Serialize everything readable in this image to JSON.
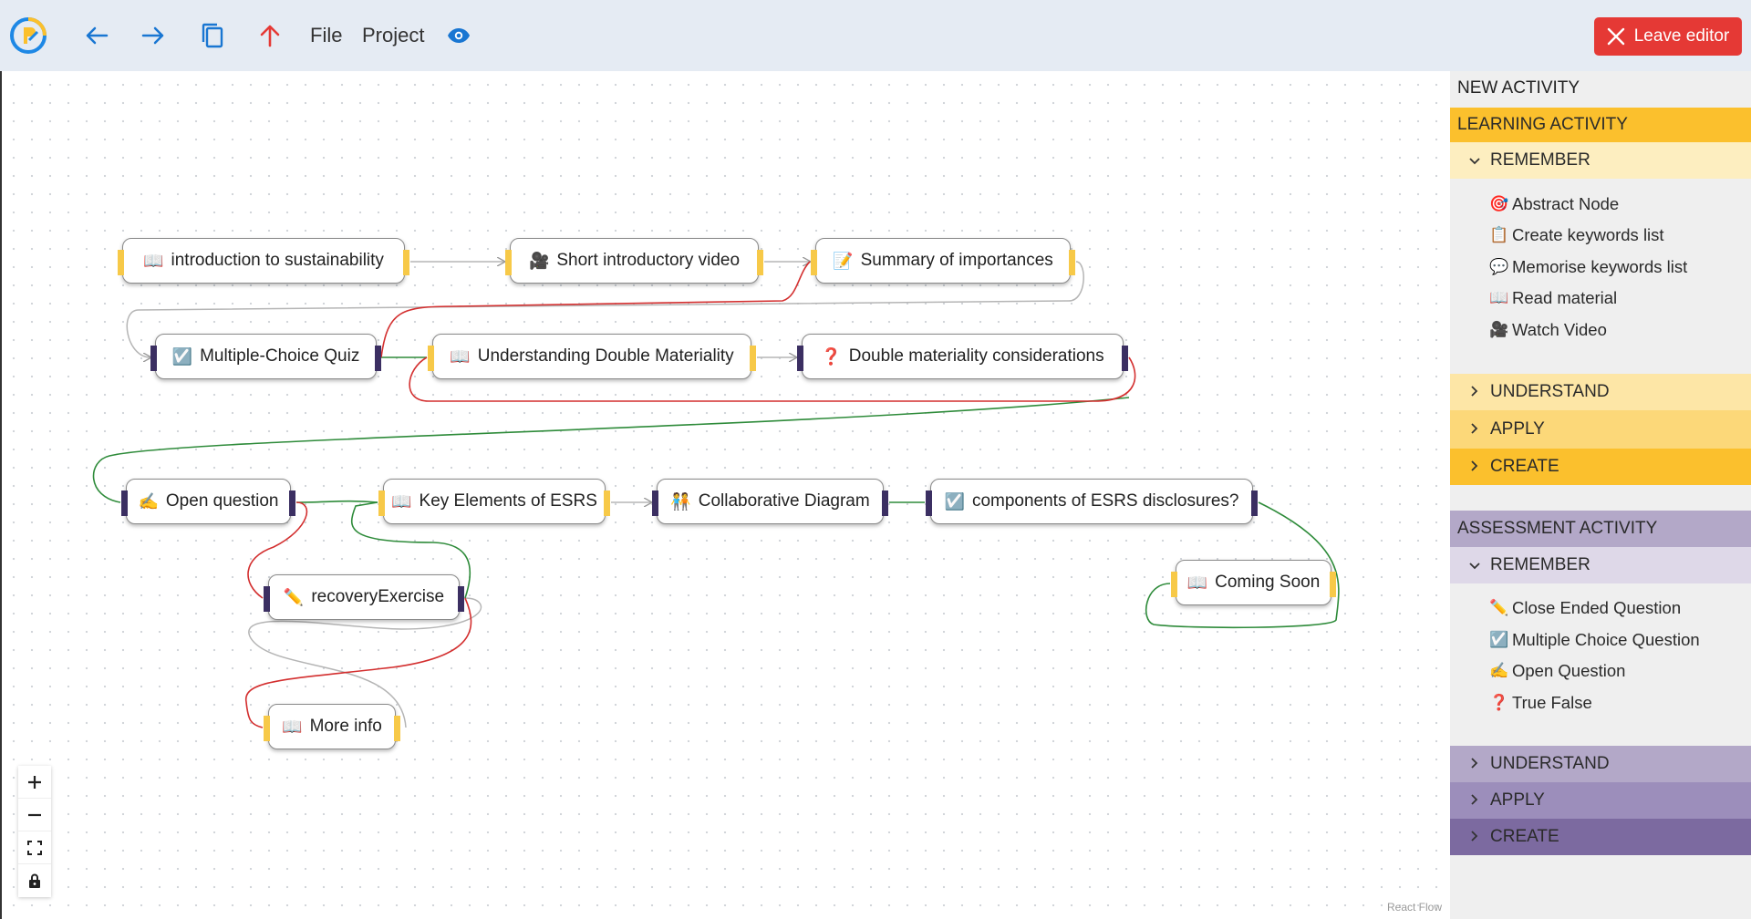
{
  "toolbar": {
    "logo_icon": "app-logo",
    "back_icon": "arrow-left-icon",
    "forward_icon": "arrow-right-icon",
    "copy_icon": "copy-icon",
    "upload_icon": "arrow-up-icon",
    "file_label": "File",
    "project_label": "Project",
    "preview_icon": "eye-icon",
    "leave_label": "Leave editor",
    "colors": {
      "bar": "#e5ebf3",
      "accent_blue": "#1976d2",
      "danger": "#e53935"
    }
  },
  "nodes": [
    {
      "id": "intro",
      "icon": "📖",
      "label": "introduction to sustainability"
    },
    {
      "id": "video",
      "icon": "🎥",
      "label": "Short introductory video"
    },
    {
      "id": "summary",
      "icon": "📝",
      "label": "Summary of importances"
    },
    {
      "id": "quiz",
      "icon": "☑️",
      "label": "Multiple-Choice Quiz"
    },
    {
      "id": "udm",
      "icon": "📖",
      "label": "Understanding Double Materiality"
    },
    {
      "id": "dmc",
      "icon": "❓",
      "label": "Double materiality considerations"
    },
    {
      "id": "open",
      "icon": "✍️",
      "label": "Open question"
    },
    {
      "id": "esrs",
      "icon": "📖",
      "label": "Key Elements of ESRS"
    },
    {
      "id": "collab",
      "icon": "🧑‍🤝‍🧑",
      "label": "Collaborative Diagram"
    },
    {
      "id": "components",
      "icon": "☑️",
      "label": "components of ESRS disclosures?"
    },
    {
      "id": "soon",
      "icon": "📖",
      "label": "Coming Soon"
    },
    {
      "id": "recovery",
      "icon": "✏️",
      "label": "recoveryExercise"
    },
    {
      "id": "more",
      "icon": "📖",
      "label": "More info"
    }
  ],
  "edge_colors": {
    "default": "#b5b5b5",
    "success": "#2e8b3a",
    "failure": "#d32f2f"
  },
  "controls": {
    "zoom_in": "plus-icon",
    "zoom_out": "minus-icon",
    "fit": "fit-view-icon",
    "lock": "lock-icon",
    "attribution": "React Flow"
  },
  "sidebar": {
    "title": "NEW ACTIVITY",
    "learning": {
      "label": "LEARNING ACTIVITY",
      "remember": "REMEMBER",
      "items": [
        {
          "icon": "🎯",
          "label": "Abstract Node"
        },
        {
          "icon": "📋",
          "label": "Create keywords list"
        },
        {
          "icon": "💬",
          "label": "Memorise keywords list"
        },
        {
          "icon": "📖",
          "label": "Read material"
        },
        {
          "icon": "🎥",
          "label": "Watch Video"
        }
      ],
      "understand": "UNDERSTAND",
      "apply": "APPLY",
      "create": "CREATE",
      "colors": {
        "header": "#fbc02d",
        "remember": "#fdeec0",
        "understand": "#fde6a6",
        "apply": "#fcd879",
        "create": "#fbc02d"
      }
    },
    "assessment": {
      "label": "ASSESSMENT ACTIVITY",
      "remember": "REMEMBER",
      "items": [
        {
          "icon": "✏️",
          "label": "Close Ended Question"
        },
        {
          "icon": "☑️",
          "label": "Multiple Choice Question"
        },
        {
          "icon": "✍️",
          "label": "Open Question"
        },
        {
          "icon": "❓",
          "label": "True False"
        }
      ],
      "understand": "UNDERSTAND",
      "apply": "APPLY",
      "create": "CREATE",
      "colors": {
        "header": "#b3a8c8",
        "remember": "#ded8e8",
        "understand": "#b3a8c8",
        "apply": "#9c8ebb",
        "create": "#7c6aa0"
      }
    }
  }
}
